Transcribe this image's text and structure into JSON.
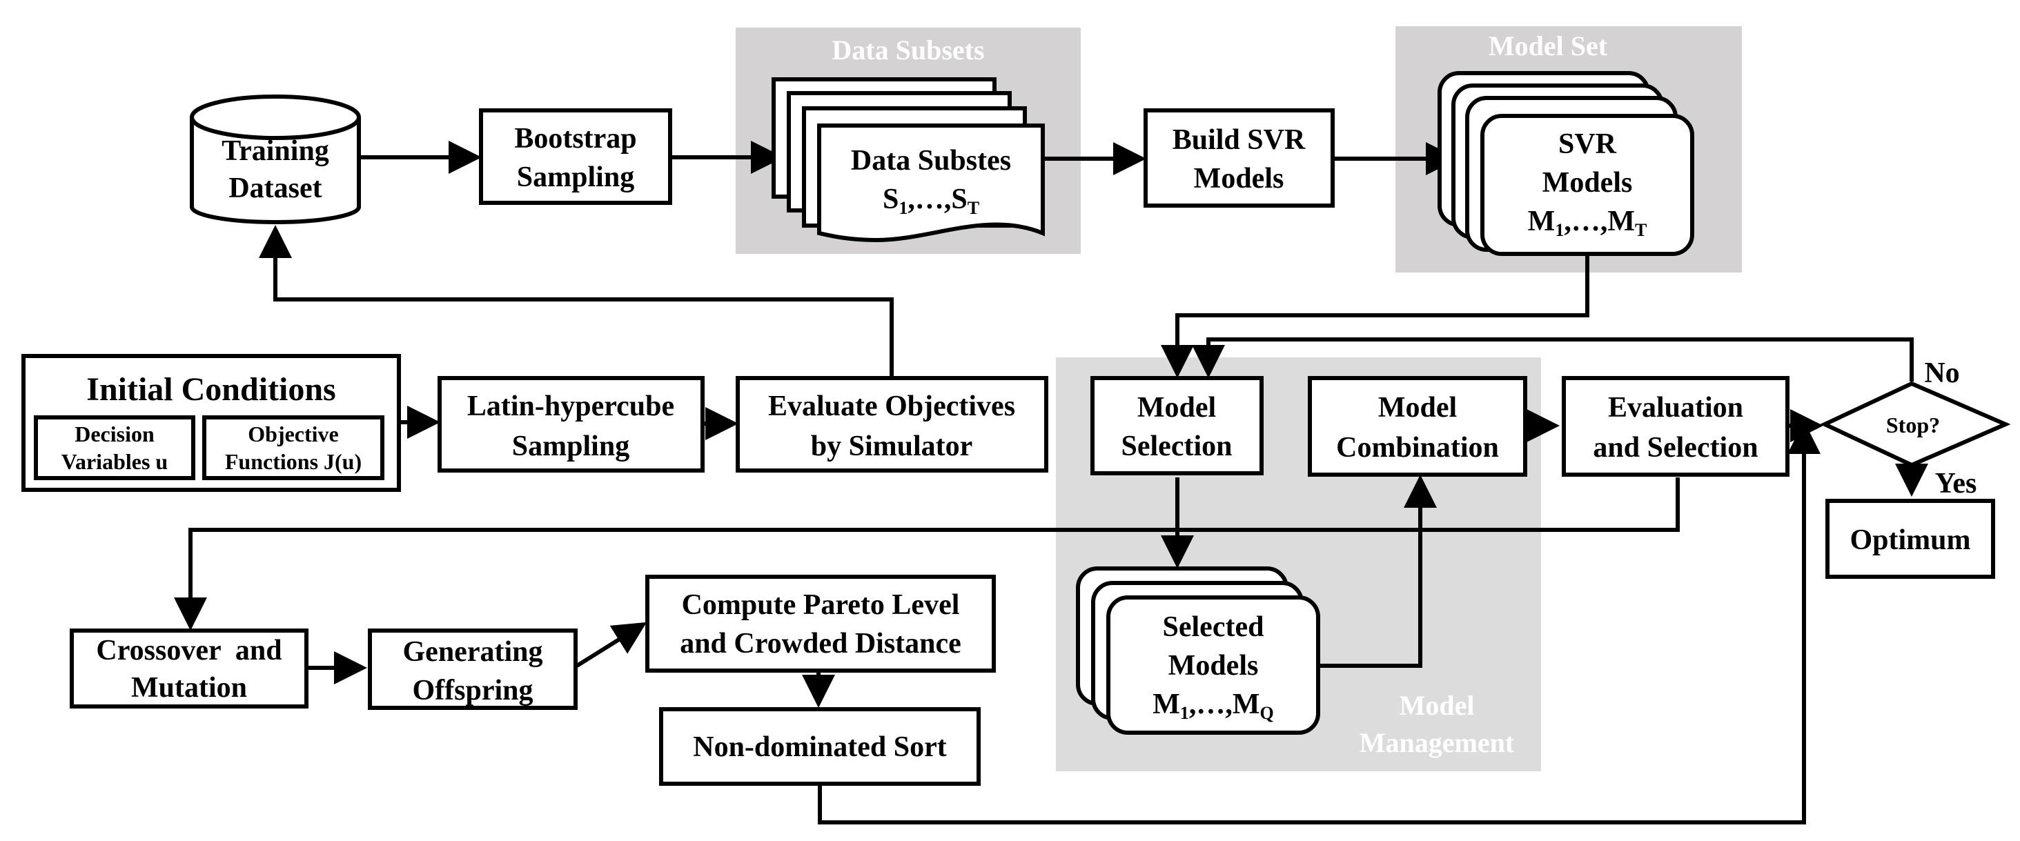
{
  "regions": {
    "data_subsets": "Data Subsets",
    "model_set": "Model Set",
    "model_management_1": "Model",
    "model_management_2": "Management"
  },
  "nodes": {
    "training_dataset": [
      "Training",
      "Dataset"
    ],
    "bootstrap_sampling": [
      "Bootstrap",
      "Sampling"
    ],
    "data_subsets_stack": {
      "line1": "Data Substes",
      "line2": {
        "pre": "S",
        "sub1": "1",
        "mid": ",…,S",
        "sub2": "T"
      }
    },
    "build_svr_models": [
      "Build SVR",
      "Models"
    ],
    "svr_models_stack": {
      "line1": "SVR",
      "line2": "Models",
      "line3": {
        "pre": "M",
        "sub1": "1",
        "mid": ",…,M",
        "sub2": "T"
      }
    },
    "initial_conditions": {
      "title": "Initial Conditions",
      "decision_variables": [
        "Decision",
        "Variables u"
      ],
      "objective_functions": [
        "Objective",
        "Functions J(u)"
      ]
    },
    "latin_hypercube": [
      "Latin-hypercube",
      "Sampling"
    ],
    "evaluate_objectives": [
      "Evaluate Objectives",
      "by Simulator"
    ],
    "model_selection": [
      "Model",
      "Selection"
    ],
    "model_combination": [
      "Model",
      "Combination"
    ],
    "evaluation_selection": [
      "Evaluation",
      "and Selection"
    ],
    "stop_decision": "Stop?",
    "no_label": "No",
    "yes_label": "Yes",
    "optimum": "Optimum",
    "selected_models_stack": {
      "line1": "Selected",
      "line2": "Models",
      "line3": {
        "pre": "M",
        "sub1": "1",
        "mid": ",…,M",
        "sub2": "Q"
      }
    },
    "crossover_mutation": [
      "Crossover  and",
      "Mutation"
    ],
    "generating_offspring": [
      "Generating",
      "Offspring"
    ],
    "pareto_level": [
      "Compute Pareto Level",
      "and Crowded Distance"
    ],
    "non_dominated_sort": "Non-dominated Sort"
  }
}
